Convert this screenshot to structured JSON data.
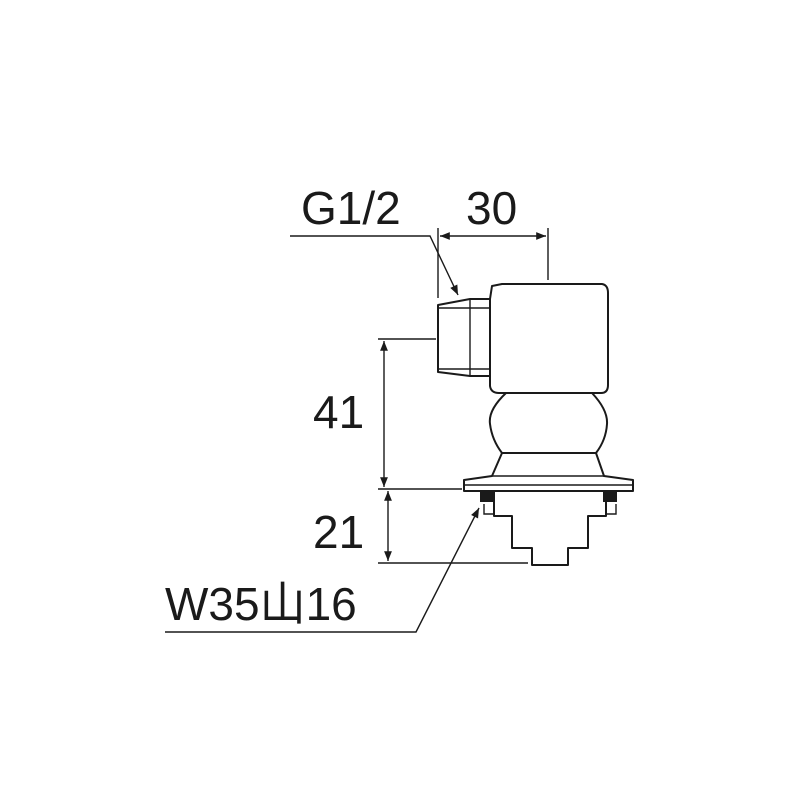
{
  "labels": {
    "thread": "G1/2",
    "width": "30",
    "height_upper": "41",
    "height_lower": "21",
    "mount_thread": "W35山16"
  }
}
